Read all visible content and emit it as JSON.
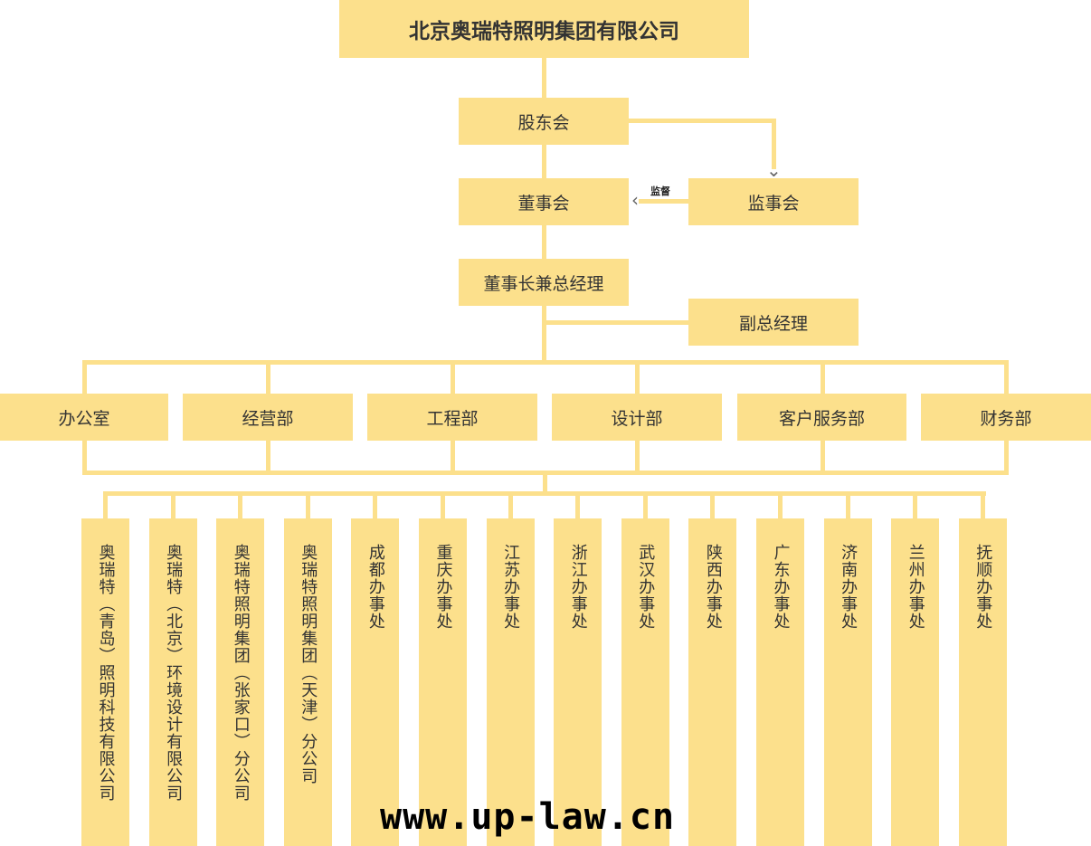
{
  "company": "北京奥瑞特照明集团有限公司",
  "shareholders": "股东会",
  "board": "董事会",
  "supervisors": "监事会",
  "supervise_label": "监督",
  "chairman": "董事长兼总经理",
  "vice_manager": "副总经理",
  "departments": [
    "办公室",
    "经营部",
    "工程部",
    "设计部",
    "客户服务部",
    "财务部"
  ],
  "branches": [
    "奥瑞特（青岛）照明科技有限公司",
    "奥瑞特（北京）环境设计有限公司",
    "奥瑞特照明集团（张家口）分公司",
    "奥瑞特照明集团（天津）分公司",
    "成都办事处",
    "重庆办事处",
    "江苏办事处",
    "浙江办事处",
    "武汉办事处",
    "陕西办事处",
    "广东办事处",
    "济南办事处",
    "兰州办事处",
    "抚顺办事处"
  ],
  "watermark": "www.up-law.cn",
  "colors": {
    "box": "#FCE08C",
    "line": "#FCE08C"
  }
}
